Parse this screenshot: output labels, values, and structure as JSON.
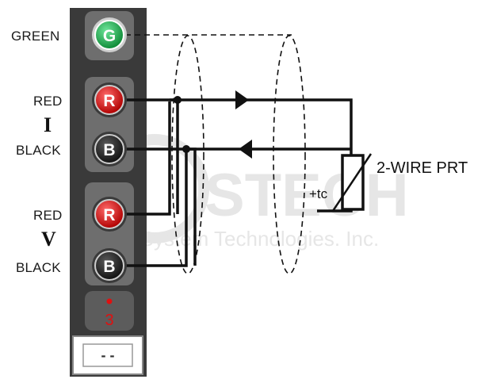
{
  "terminal_labels": {
    "green": "GREEN",
    "red_i": "RED",
    "black_i": "BLACK",
    "red_v": "RED",
    "black_v": "BLACK"
  },
  "group_labels": {
    "current": "I",
    "voltage": "V"
  },
  "terminals": [
    {
      "letter": "G",
      "color": "#1aa84a"
    },
    {
      "letter": "R",
      "color": "#e01010"
    },
    {
      "letter": "B",
      "color": "#2a2a2a"
    },
    {
      "letter": "R",
      "color": "#e01010"
    },
    {
      "letter": "B",
      "color": "#2a2a2a"
    }
  ],
  "channel": {
    "number": "3",
    "dot_color": "#e01010"
  },
  "connector": {
    "pins": "- -"
  },
  "sensor": {
    "label": "2-WIRE PRT",
    "tc_label": "+tc"
  },
  "watermark": {
    "brand": "STECH",
    "tagline": "Korea System Technologies. Inc."
  },
  "colors": {
    "panel": "#3a3a3a",
    "slot": "#6e6e6e",
    "wire": "#111111"
  }
}
